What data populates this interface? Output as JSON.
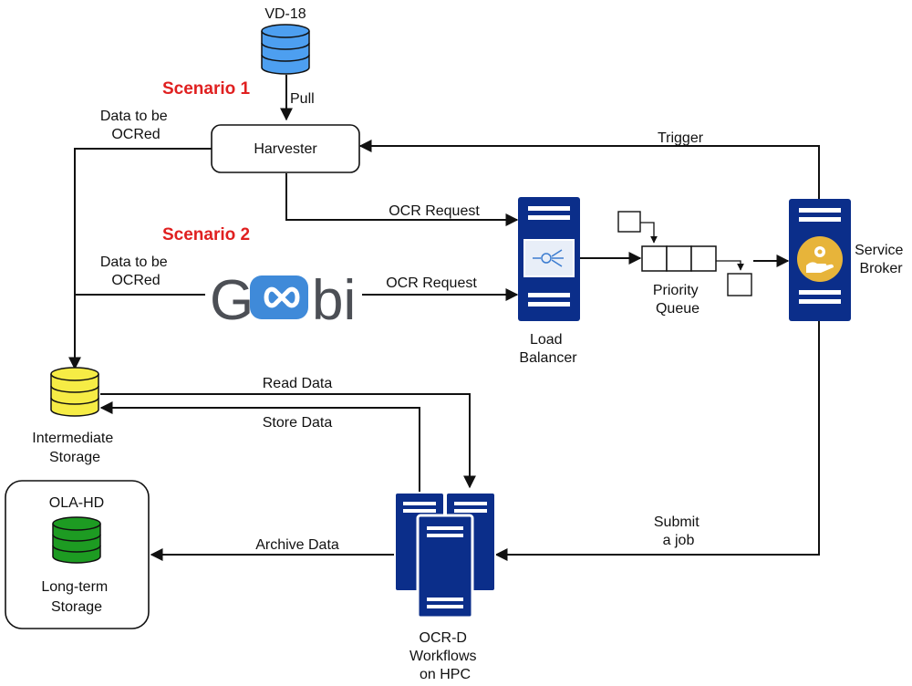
{
  "nodes": {
    "vd18": "VD-18",
    "harvester": "Harvester",
    "goobi": {
      "g": "G",
      "bi": "bi"
    },
    "load_balancer": [
      "Load",
      "Balancer"
    ],
    "priority_queue": [
      "Priority",
      "Queue"
    ],
    "service_broker": [
      "Service",
      "Broker"
    ],
    "intermediate_storage": [
      "Intermediate",
      "Storage"
    ],
    "ola_hd": {
      "title": "OLA-HD",
      "caption": [
        "Long-term",
        "Storage"
      ]
    },
    "ocrd": [
      "OCR-D",
      "Workflows",
      "on HPC"
    ]
  },
  "scenarios": {
    "s1": "Scenario 1",
    "s2": "Scenario 2"
  },
  "edges": {
    "pull": "Pull",
    "data_ocr_1": [
      "Data to be",
      "OCRed"
    ],
    "data_ocr_2": [
      "Data to be",
      "OCRed"
    ],
    "ocr_request_1": "OCR Request",
    "ocr_request_2": "OCR Request",
    "trigger": "Trigger",
    "read_data": "Read Data",
    "store_data": "Store Data",
    "archive_data": "Archive Data",
    "submit_job": [
      "Submit",
      "a job"
    ]
  },
  "colors": {
    "server": "#0b2e8a",
    "db_blue": "#4d9ff0",
    "db_yellow": "#f6ec45",
    "db_green": "#1d9b22",
    "scenario": "#e02020",
    "goobi_gray": "#4c4f55",
    "goobi_blue": "#3f8ad9",
    "broker_gold": "#e7b43a"
  }
}
